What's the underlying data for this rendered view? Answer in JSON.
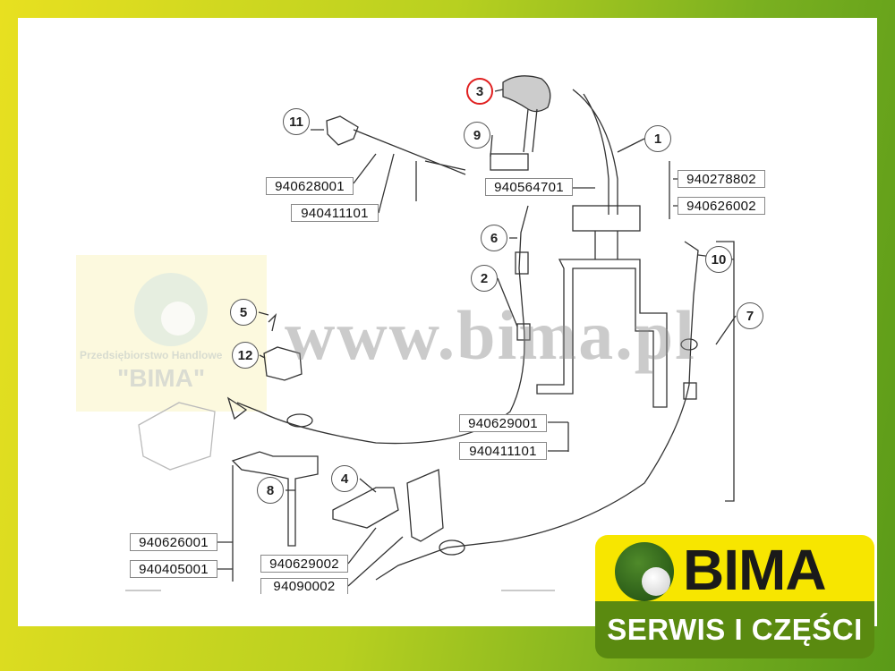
{
  "watermark": {
    "url": "www.bima.pl",
    "company_sub": "Przedsiębiorstwo Handlowe",
    "company_name": "\"BIMA\""
  },
  "logo": {
    "brand": "BIMA",
    "tagline": "SERWIS I CZĘŚCI"
  },
  "callouts": [
    "3",
    "11",
    "9",
    "1",
    "6",
    "10",
    "5",
    "2",
    "7",
    "12",
    "8",
    "4"
  ],
  "part_numbers": [
    "940628001",
    "940411101",
    "940564701",
    "940278802",
    "940626002",
    "940629001",
    "940411101",
    "940626001",
    "940405001",
    "940629002",
    "94090002"
  ],
  "colors": {
    "highlight": "#e02020",
    "brand_yellow": "#f7e600",
    "brand_green": "#5a8a10"
  }
}
